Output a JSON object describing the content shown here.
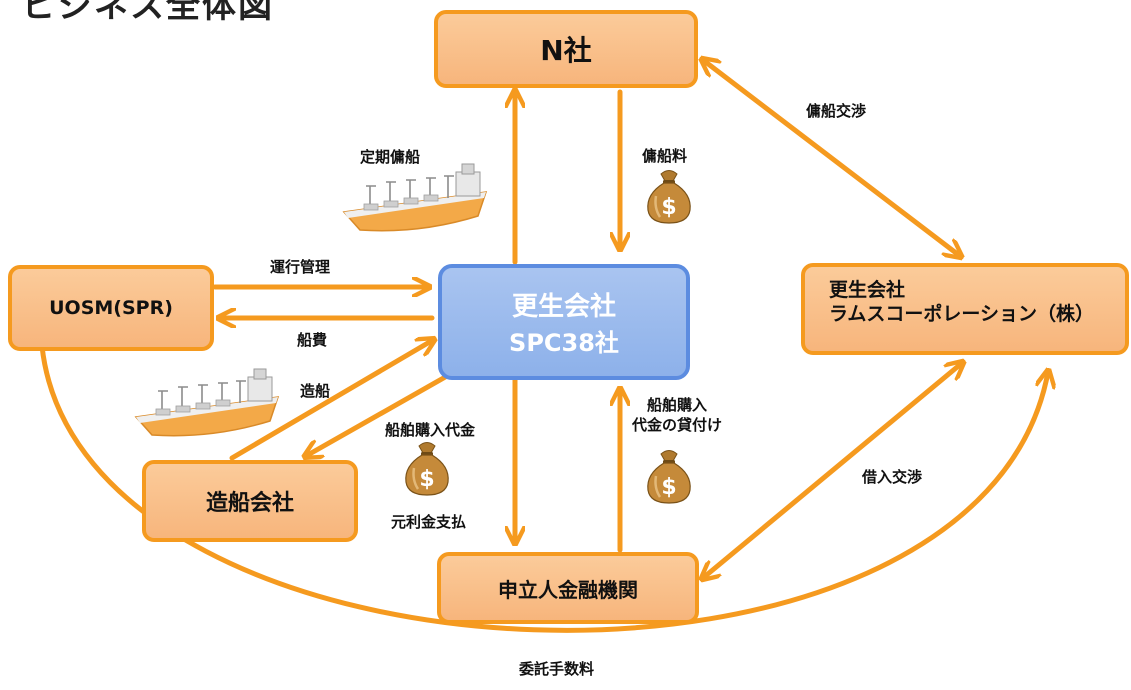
{
  "title": "ビジネス全体図",
  "nodes": {
    "n_company": "N社",
    "spc_line1": "更生会社",
    "spc_line2": "SPC38社",
    "uosm": "UOSM(SPR)",
    "rams_line1": "更生会社",
    "rams_line2": "ラムスコーポレーション（株）",
    "shipbuilder": "造船会社",
    "bank": "申立人金融機関"
  },
  "labels": {
    "time_charter": "定期傭船",
    "charter_fee": "傭船料",
    "charter_negotiation": "傭船交渉",
    "operation_management": "運行管理",
    "ship_cost": "船費",
    "shipbuilding": "造船",
    "ship_purchase_price": "船舶購入代金",
    "principal_interest": "元利金支払",
    "loan_line1": "船舶購入",
    "loan_line2": "代金の貸付け",
    "borrowing_negotiation": "借入交渉",
    "commission": "委託手数料"
  },
  "colors": {
    "arrow": "#F59A1F",
    "node_fill": "#F9C08C",
    "node_border": "#F59A1F",
    "center_fill": "#9DBCEE",
    "center_border": "#5C8CE0"
  },
  "icons": [
    "ship-icon",
    "money-bag-icon"
  ]
}
